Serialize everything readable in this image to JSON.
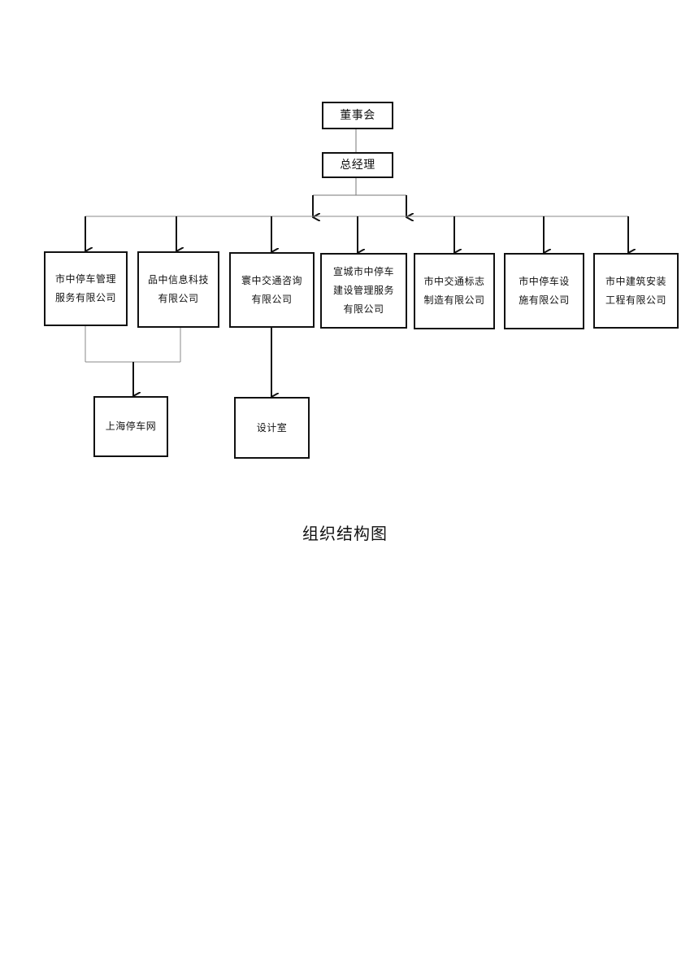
{
  "diagram": {
    "title": "组织结构图",
    "nodes": {
      "board": [
        "董事会"
      ],
      "gm": [
        "总经理"
      ],
      "sub1": [
        "市中停车管理",
        "服务有限公司"
      ],
      "sub2": [
        "品中信息科技",
        "有限公司"
      ],
      "sub3": [
        "寰中交通咨询",
        "有限公司"
      ],
      "sub4": [
        "宣城市中停车",
        "建设管理服务",
        "有限公司"
      ],
      "sub5": [
        "市中交通标志",
        "制造有限公司"
      ],
      "sub6": [
        "市中停车设",
        "施有限公司"
      ],
      "sub7": [
        "市中建筑安装",
        "工程有限公司"
      ],
      "sh_parking": [
        "上海停车网"
      ],
      "design": [
        "设计室"
      ]
    }
  }
}
